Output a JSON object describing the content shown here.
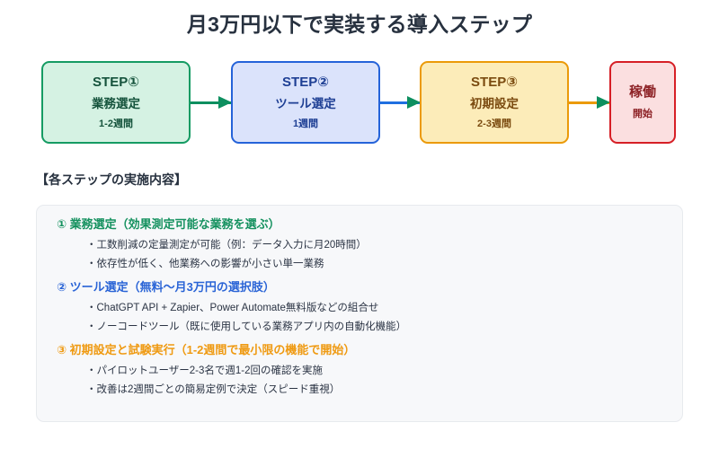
{
  "title": "月3万円以下で実装する導入ステップ",
  "flow": {
    "steps": [
      {
        "head": "STEP①",
        "name": "業務選定",
        "duration": "1-2週間"
      },
      {
        "head": "STEP②",
        "name": "ツール選定",
        "duration": "1週間"
      },
      {
        "head": "STEP③",
        "name": "初期設定",
        "duration": "2-3週間"
      }
    ],
    "final": {
      "head": "稼働",
      "sub": "開始"
    },
    "arrows": [
      {
        "shaft_color": "#0d8f5f",
        "head_color": "#0d8f5f"
      },
      {
        "shaft_color": "#1f6fe0",
        "head_color": "#0d8f5f"
      },
      {
        "shaft_color": "#eb9a09",
        "head_color": "#0d8f5f"
      }
    ],
    "colors": {
      "step1_border": "#159b63",
      "step1_fill": "#d5f2e3",
      "step1_text": "#15533c",
      "step2_border": "#2563d9",
      "step2_fill": "#dbe3fb",
      "step2_text": "#1e3f94",
      "step3_border": "#eb9a09",
      "step3_fill": "#fcecb9",
      "step3_text": "#7b4b10",
      "final_border": "#d61f26",
      "final_fill": "#fbdfe0",
      "final_text": "#8d2226"
    }
  },
  "details": {
    "heading": "【各ステップの実施内容】",
    "groups": [
      {
        "head": "① 業務選定（効果測定可能な業務を選ぶ）",
        "color": "#15915f",
        "bullets": [
          "・工数削減の定量測定が可能（例：データ入力に月20時間）",
          "・依存性が低く、他業務への影響が小さい単一業務"
        ]
      },
      {
        "head": "② ツール選定（無料〜月3万円の選択肢）",
        "color": "#2a64d6",
        "bullets": [
          "・ChatGPT API + Zapier、Power Automate無料版などの組合せ",
          "・ノーコードツール（既に使用している業務アプリ内の自動化機能）"
        ]
      },
      {
        "head": "③ 初期設定と試験実行（1-2週間で最小限の機能で開始）",
        "color": "#ef9a12",
        "bullets": [
          "・パイロットユーザー2-3名で週1-2回の確認を実施",
          "・改善は2週間ごとの簡易定例で決定（スピード重視）"
        ]
      }
    ]
  }
}
